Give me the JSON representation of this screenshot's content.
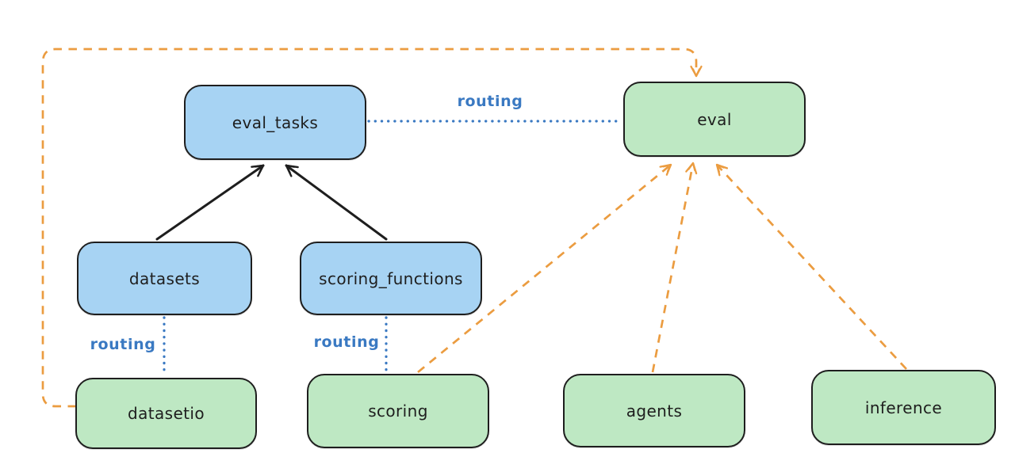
{
  "diagram": {
    "colors": {
      "background": "#ffffff",
      "blue_fill": "#a7d3f3",
      "green_fill": "#bee8c3",
      "stroke": "#1e1e1e",
      "routing": "#3a79c2",
      "orange": "#eb9c40"
    },
    "nodes": [
      {
        "id": "eval_tasks",
        "label": "eval_tasks",
        "fill": "blue"
      },
      {
        "id": "eval",
        "label": "eval",
        "fill": "green"
      },
      {
        "id": "datasets",
        "label": "datasets",
        "fill": "blue"
      },
      {
        "id": "scoring_functions",
        "label": "scoring_functions",
        "fill": "blue"
      },
      {
        "id": "datasetio",
        "label": "datasetio",
        "fill": "green"
      },
      {
        "id": "scoring",
        "label": "scoring",
        "fill": "green"
      },
      {
        "id": "agents",
        "label": "agents",
        "fill": "green"
      },
      {
        "id": "inference",
        "label": "inference",
        "fill": "green"
      }
    ],
    "edge_labels": [
      {
        "id": "routing-top",
        "text": "routing"
      },
      {
        "id": "routing-datasets",
        "text": "routing"
      },
      {
        "id": "routing-scoring",
        "text": "routing"
      }
    ],
    "edges": [
      {
        "from": "datasets",
        "to": "eval_tasks",
        "style": "solid-arrow",
        "color": "black"
      },
      {
        "from": "scoring_functions",
        "to": "eval_tasks",
        "style": "solid-arrow",
        "color": "black"
      },
      {
        "from": "eval_tasks",
        "to": "eval",
        "style": "dotted-line",
        "color": "blue",
        "label": "routing"
      },
      {
        "from": "datasets",
        "to": "datasetio",
        "style": "dotted-line",
        "color": "blue",
        "label": "routing"
      },
      {
        "from": "scoring_functions",
        "to": "scoring",
        "style": "dotted-line",
        "color": "blue",
        "label": "routing"
      },
      {
        "from": "datasetio",
        "to": "eval",
        "style": "dashed-arrow",
        "color": "orange",
        "route": "around-left-and-top"
      },
      {
        "from": "scoring",
        "to": "eval",
        "style": "dashed-arrow",
        "color": "orange"
      },
      {
        "from": "agents",
        "to": "eval",
        "style": "dashed-arrow",
        "color": "orange"
      },
      {
        "from": "inference",
        "to": "eval",
        "style": "dashed-arrow",
        "color": "orange"
      }
    ]
  }
}
